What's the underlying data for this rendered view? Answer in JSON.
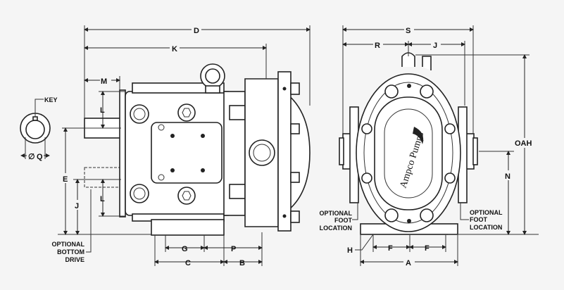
{
  "side_view": {
    "dims": {
      "D": "D",
      "K": "K",
      "M": "M",
      "L_top": "L",
      "L_bottom": "L",
      "E": "E",
      "J": "J",
      "G": "G",
      "P": "P",
      "C": "C",
      "B": "B"
    },
    "key_label": "KEY",
    "q_label": "Q",
    "diameter_symbol": "∅",
    "optional_bottom_drive": [
      "OPTIONAL",
      "BOTTOM",
      "DRIVE"
    ]
  },
  "front_view": {
    "dims": {
      "S": "S",
      "R": "R",
      "J": "J",
      "OAH": "OAH",
      "N": "N",
      "F_left": "F",
      "F_right": "F",
      "A": "A",
      "H": "H"
    },
    "optional_foot_left": [
      "OPTIONAL",
      "FOOT",
      "LOCATION"
    ],
    "optional_foot_right": [
      "OPTIONAL",
      "FOOT",
      "LOCATION"
    ],
    "logo_text": "Ampco Pumps"
  }
}
